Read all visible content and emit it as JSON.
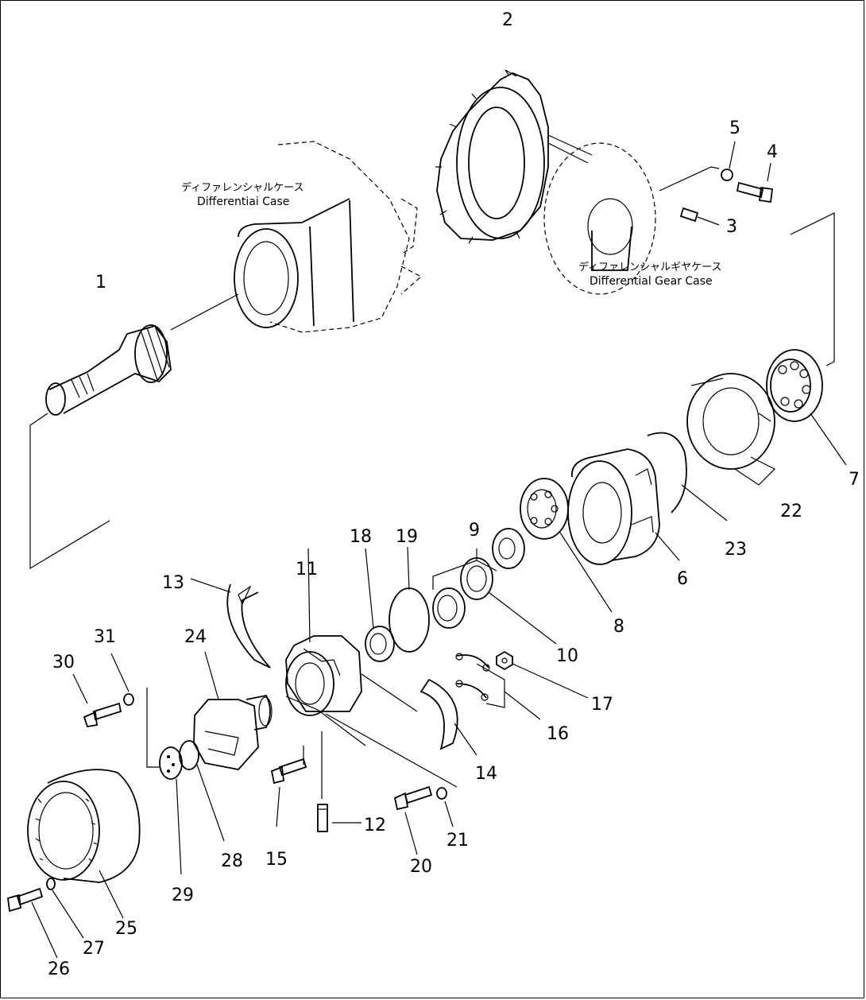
{
  "labels": {
    "diff_case_jp": "ディファレンシャルケース",
    "diff_case_en": "Differentiai Case",
    "diff_gear_case_jp": "ディファレンシャルギヤケース",
    "diff_gear_case_en": "Differential Gear Case"
  },
  "callouts": [
    "1",
    "2",
    "3",
    "4",
    "5",
    "6",
    "7",
    "8",
    "9",
    "10",
    "11",
    "12",
    "13",
    "14",
    "15",
    "16",
    "17",
    "18",
    "19",
    "20",
    "21",
    "22",
    "23",
    "24",
    "25",
    "26",
    "27",
    "28",
    "29",
    "30",
    "31"
  ]
}
